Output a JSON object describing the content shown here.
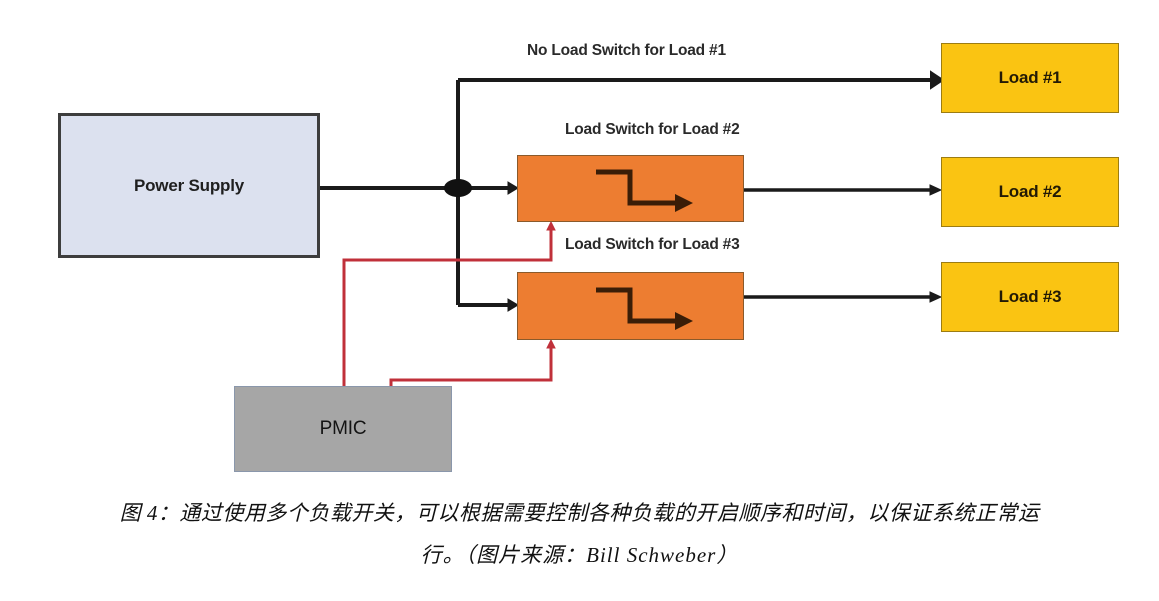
{
  "figure": {
    "blocks": {
      "power_supply": "Power Supply",
      "pmic": "PMIC",
      "load_1": "Load #1",
      "load_2": "Load #2",
      "load_3": "Load #3"
    },
    "labels": {
      "no_load_switch_1": "No Load Switch for Load #1",
      "load_switch_2": "Load Switch for Load #2",
      "load_switch_3": "Load Switch for Load #3"
    },
    "icons": {
      "switch_symbol": "load-switch-step-arrow",
      "junction": "wire-junction-dot"
    },
    "colors": {
      "power_supply_fill": "#dce1ef",
      "switch_fill": "#ed7d31",
      "load_fill": "#fac412",
      "pmic_fill": "#a6a6a6",
      "power_wire": "#1a1a1a",
      "control_wire": "#c0303a",
      "background": "#ffffff"
    }
  },
  "caption": {
    "line1": "图 4：通过使用多个负载开关，可以根据需要控制各种负载的开启顺序和时间，以保证系统正常运",
    "line2": "行。（图片来源：Bill Schweber）"
  }
}
